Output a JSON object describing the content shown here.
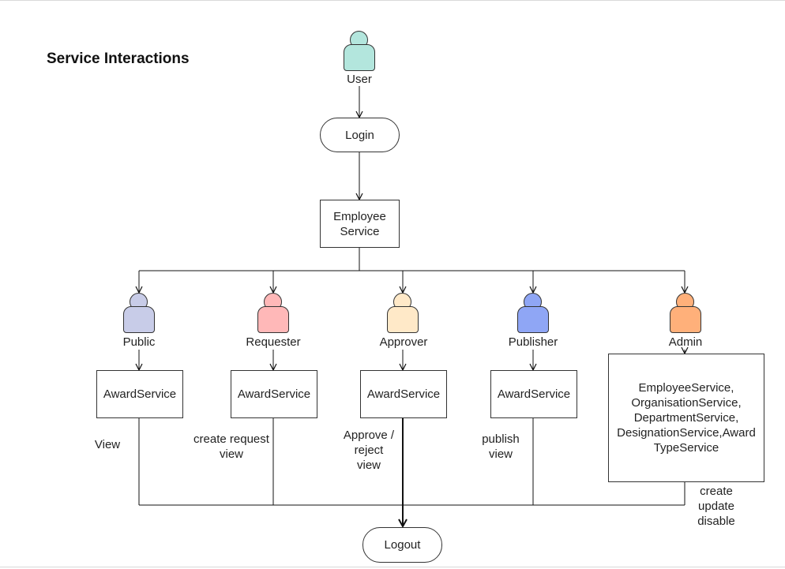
{
  "title": "Service Interactions",
  "nodes": {
    "user": {
      "label": "User",
      "color": "#b3e6dd"
    },
    "login": "Login",
    "employee_service": [
      "Employee",
      "Service"
    ],
    "logout": "Logout",
    "admin_services": [
      "EmployeeService,",
      "OrganisationService,",
      "DepartmentService,",
      "DesignationService,Award",
      "TypeService"
    ]
  },
  "roles": [
    {
      "label": "Public",
      "color": "#c8cce8",
      "service": "AwardService",
      "action": [
        "View"
      ]
    },
    {
      "label": "Requester",
      "color": "#ffb8b8",
      "service": "AwardService",
      "action": [
        "create request",
        "view"
      ]
    },
    {
      "label": "Approver",
      "color": "#ffe9c8",
      "service": "AwardService",
      "action": [
        "Approve /",
        "reject",
        "view"
      ]
    },
    {
      "label": "Publisher",
      "color": "#8fa6f5",
      "service": "AwardService",
      "action": [
        "publish",
        "view"
      ]
    },
    {
      "label": "Admin",
      "color": "#ffb07a",
      "action": [
        "create",
        "update",
        "disable"
      ]
    }
  ]
}
